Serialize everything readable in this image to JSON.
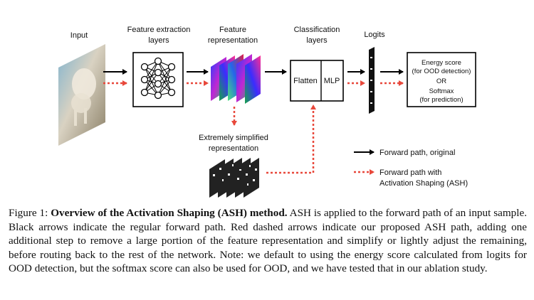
{
  "figure": {
    "input_label": "Input",
    "feature_extraction_label": [
      "Feature extraction",
      "layers"
    ],
    "feature_representation_label": [
      "Feature",
      "representation"
    ],
    "classification_label": [
      "Classification",
      "layers"
    ],
    "logits_label": "Logits",
    "flatten_label": "Flatten",
    "mlp_label": "MLP",
    "output_box": [
      "Energy score",
      "(for OOD detection)",
      "OR",
      "Softmax",
      "(for prediction)"
    ],
    "simplified_label": [
      "Extremely simplified",
      "representation"
    ],
    "legend": {
      "original": "Forward path, original",
      "ash": [
        "Forward path with",
        "Activation Shaping (ASH)"
      ]
    },
    "colors": {
      "forward": "#000000",
      "ash": "#e8483b"
    }
  },
  "caption": {
    "prefix": "Figure 1: ",
    "title": "Overview of the Activation Shaping (ASH) method.",
    "body": " ASH is applied to the forward path of an input sample. Black arrows indicate the regular forward path. Red dashed arrows indicate our proposed ASH path, adding one additional step to remove a large portion of the feature representation and simplify or lightly adjust the remaining, before routing back to the rest of the network. Note: we default to using the energy score calculated from logits for OOD detection, but the softmax score can also be used for OOD, and we have tested that in our ablation study."
  }
}
